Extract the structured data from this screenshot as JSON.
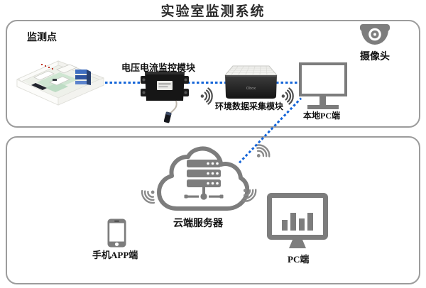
{
  "title": "实验室监测系统",
  "colors": {
    "accent_blue": "#1565d8",
    "icon_gray": "#7d7d7d",
    "wifi_dark_gray": "#4f4f4f",
    "wifi_light_gray": "#8a8a8a",
    "zone_border_gray": "#9c9c9c"
  },
  "top_section": {
    "monitoring_point_label": "监测点",
    "voltage_module_label": "电压电流监控模块",
    "env_module_label": "环境数据采集模块",
    "env_device_text": "Obox",
    "local_pc_label": "本地PC端",
    "camera_label": "摄像头"
  },
  "bottom_section": {
    "cloud_server_label": "云端服务器",
    "mobile_app_label": "手机APP端",
    "pc_label": "PC端"
  }
}
